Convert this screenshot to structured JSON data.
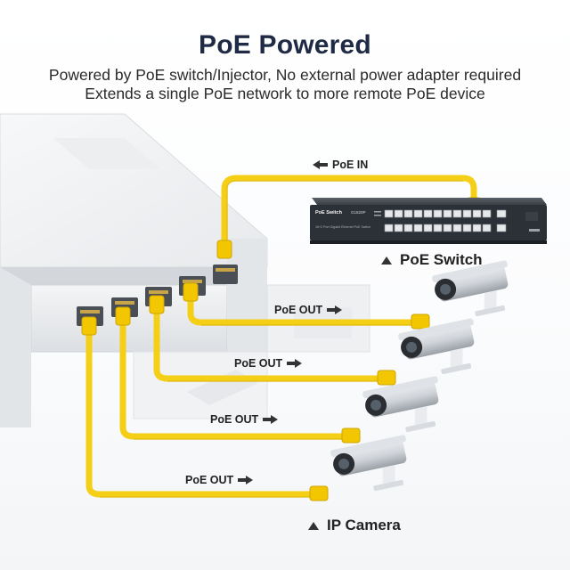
{
  "header": {
    "title": "PoE Powered",
    "subtitle_line1": "Powered by PoE switch/Injector, No external power adapter required",
    "subtitle_line2": "Extends a single PoE network to more remote PoE device"
  },
  "labels": {
    "poe_in": "PoE IN",
    "poe_switch": "PoE Switch",
    "ip_camera": "IP Camera",
    "poe_out": [
      "PoE OUT",
      "PoE OUT",
      "PoE OUT",
      "PoE OUT"
    ]
  },
  "switch_device": {
    "brand_text": "PoE Switch",
    "model_text": "G1820P",
    "desc_text": "16+2 Port Gigabit Ethernet PoE Switch"
  },
  "colors": {
    "title": "#1f2a44",
    "cable": "#f4cf15",
    "switch_body": "#2c3138"
  },
  "icons": [
    "arrow-left-icon",
    "arrow-right-icon",
    "triangle-up-icon"
  ]
}
